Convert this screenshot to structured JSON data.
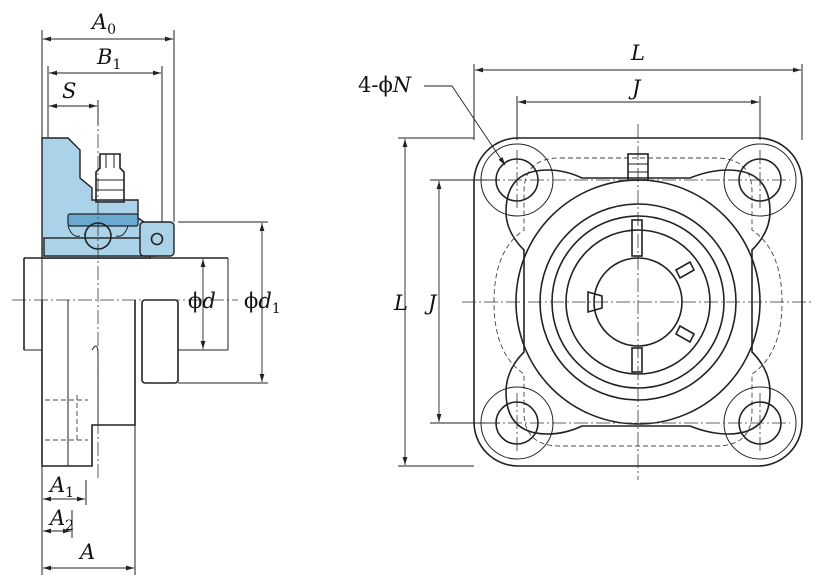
{
  "labels": {
    "A0": {
      "main": "A",
      "sub": "0"
    },
    "B1": {
      "main": "B",
      "sub": "1"
    },
    "S": "S",
    "d": {
      "prefix": "ϕ",
      "main": "d"
    },
    "d1": {
      "prefix": "ϕ",
      "main": "d",
      "sub": "1"
    },
    "A1": {
      "main": "A",
      "sub": "1"
    },
    "A2": {
      "main": "A",
      "sub": "2"
    },
    "A": "A",
    "L_top": "L",
    "J_top": "J",
    "N": {
      "prefix": "4-ϕ",
      "main": "N"
    },
    "L_side": "L",
    "J_side": "J"
  },
  "colors": {
    "section_fill": "#aad3ea",
    "section_dark": "#6aaad0",
    "line": "#222222"
  }
}
